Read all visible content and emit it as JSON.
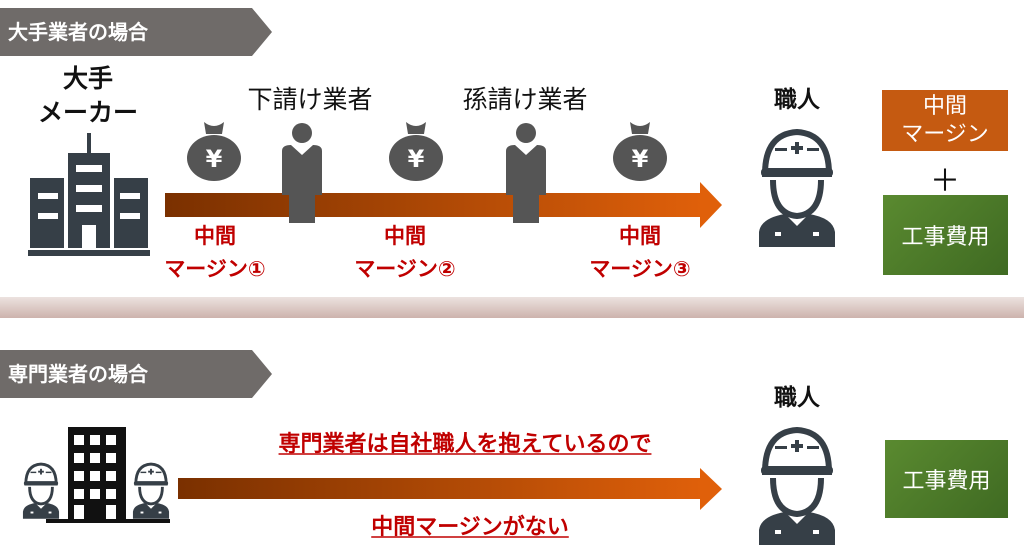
{
  "section1": {
    "banner": "大手業者の場合",
    "maker": [
      "大手",
      "メーカー"
    ],
    "sub": "下請け業者",
    "subsub": "孫請け業者",
    "craftsman": "職人",
    "margins": [
      [
        "中間",
        "マージン①"
      ],
      [
        "中間",
        "マージン②"
      ],
      [
        "中間",
        "マージン③"
      ]
    ],
    "margin_box": [
      "中間",
      "マージン"
    ],
    "plus": "＋",
    "cost_box": "工事費用"
  },
  "section2": {
    "banner": "専門業者の場合",
    "note_top": "専門業者は自社職人を抱えているので",
    "note_bottom": "中間マージンがない",
    "craftsman": "職人",
    "cost_box": "工事費用"
  },
  "colors": {
    "margin_red": "#c00000",
    "orange": "#c55a11",
    "green": "#4f7f2a",
    "icon": "#363f47"
  }
}
